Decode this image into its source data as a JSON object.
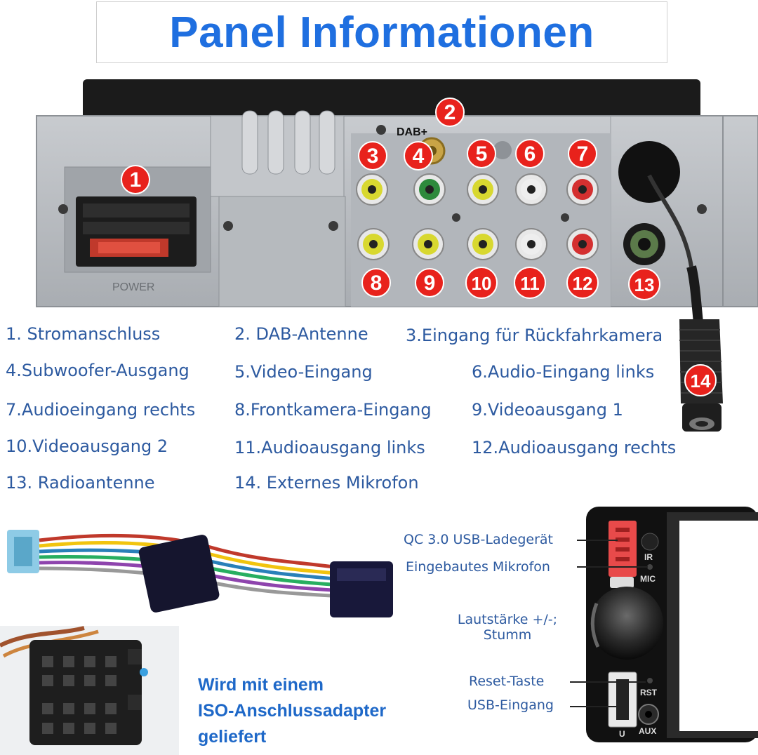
{
  "title": "Panel Informationen",
  "panel": {
    "dab_label": "DAB+",
    "power_label": "POWER",
    "badges": [
      "1",
      "2",
      "3",
      "4",
      "5",
      "6",
      "7",
      "8",
      "9",
      "10",
      "11",
      "12",
      "13",
      "14"
    ]
  },
  "legend": [
    "1. Stromanschluss",
    "2. DAB-Antenne",
    "3.Eingang für Rückfahrkamera",
    "4.Subwoofer-Ausgang",
    "5.Video-Eingang",
    "6.Audio-Eingang links",
    "7.Audioeingang rechts",
    "8.Frontkamera-Eingang",
    "9.Videoausgang 1",
    "10.Videoausgang 2",
    "11.Audioausgang links",
    "12.Audioausgang rechts",
    "13. Radioantenne",
    "14. Externes Mikrofon"
  ],
  "front": {
    "usb_charger": "QC 3.0 USB-Ladegerät",
    "mic": "Eingebautes Mikrofon",
    "volume_line1": "Lautstärke +/-;",
    "volume_line2": "Stumm",
    "reset": "Reset-Taste",
    "usb_input": "USB-Eingang",
    "ir_label": "IR",
    "mic_label": "MIC",
    "rst_label": "RST",
    "u_label": "U",
    "aux_label": "AUX"
  },
  "iso_note": {
    "line1": "Wird mit einem",
    "line2": "ISO-Anschlussadapter",
    "line3": "geliefert"
  },
  "colors": {
    "title_blue": "#1f6fe0",
    "text_blue": "#2d5aa0",
    "badge_red": "#e8221c",
    "panel_gray": "#b9bcc0"
  }
}
